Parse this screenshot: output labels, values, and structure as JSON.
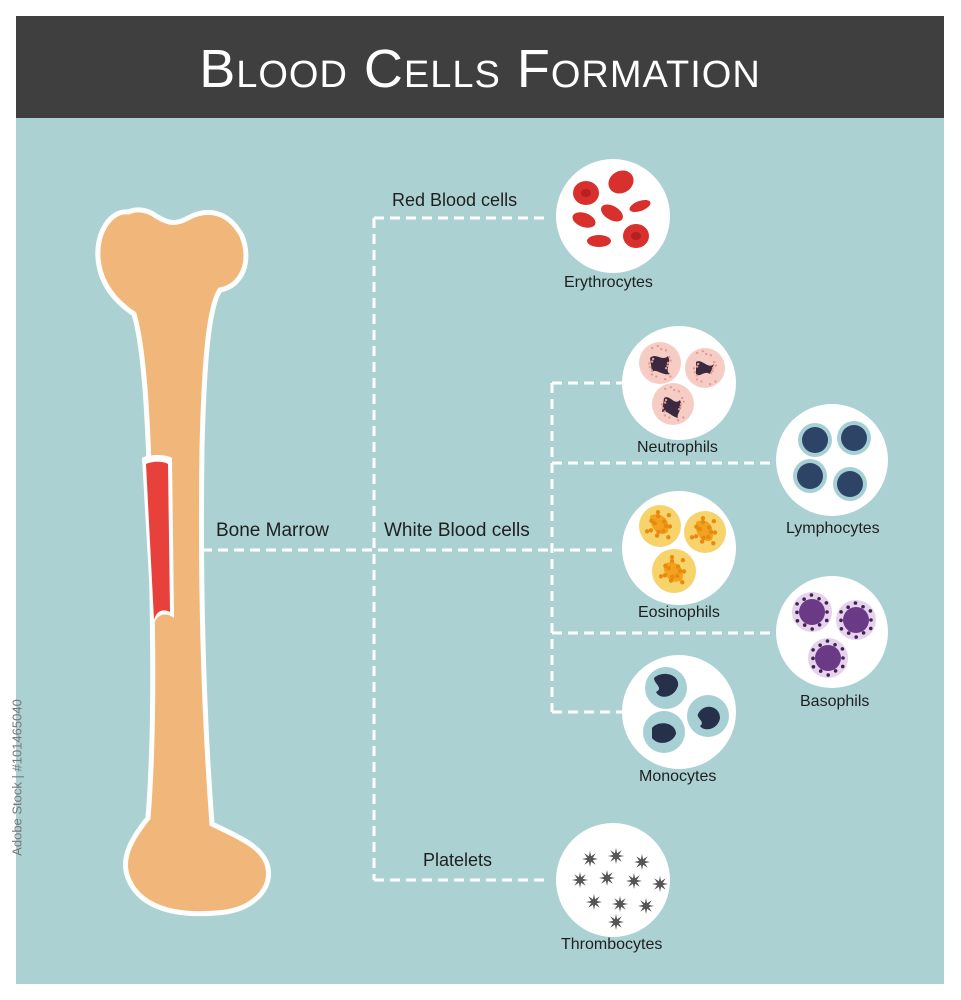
{
  "title": "Blood Cells Formation",
  "labels": {
    "bone_marrow": "Bone Marrow",
    "red_blood_cells": "Red Blood cells",
    "white_blood_cells": "White Blood cells",
    "platelets": "Platelets"
  },
  "cells": {
    "erythrocytes": "Erythrocytes",
    "neutrophils": "Neutrophils",
    "lymphocytes": "Lymphocytes",
    "eosinophils": "Eosinophils",
    "basophils": "Basophils",
    "monocytes": "Monocytes",
    "thrombocytes": "Thrombocytes"
  },
  "watermark": "Adobe Stock | #101465040",
  "colors": {
    "background": "#acd1d3",
    "title_bar": "#3f3f3f",
    "bone": "#f1b77a",
    "marrow": "#e8403a",
    "rbc": "#d8302c",
    "neutrophil_nucleus": "#3b2a3f",
    "lymphocyte_nucleus": "#2e4466",
    "eosinophil_granules": "#f2a21c",
    "basophil_nucleus": "#6a3a86",
    "monocyte_nucleus": "#26304a",
    "platelet": "#555555"
  }
}
